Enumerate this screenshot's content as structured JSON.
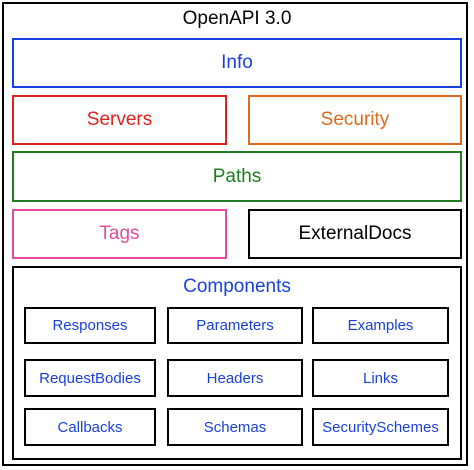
{
  "title": "OpenAPI 3.0",
  "colors": {
    "info": "#1a3fe0",
    "servers": "#e0211d",
    "security": "#dd6b1f",
    "paths": "#1e7c1e",
    "tags": "#e64b9b",
    "externaldocs": "#000000",
    "components": "#1a3fe0"
  },
  "sections": {
    "info": "Info",
    "servers": "Servers",
    "security": "Security",
    "paths": "Paths",
    "tags": "Tags",
    "externaldocs": "ExternalDocs"
  },
  "components": {
    "label": "Components",
    "items": [
      "Responses",
      "Parameters",
      "Examples",
      "RequestBodies",
      "Headers",
      "Links",
      "Callbacks",
      "Schemas",
      "SecuritySchemes"
    ]
  }
}
